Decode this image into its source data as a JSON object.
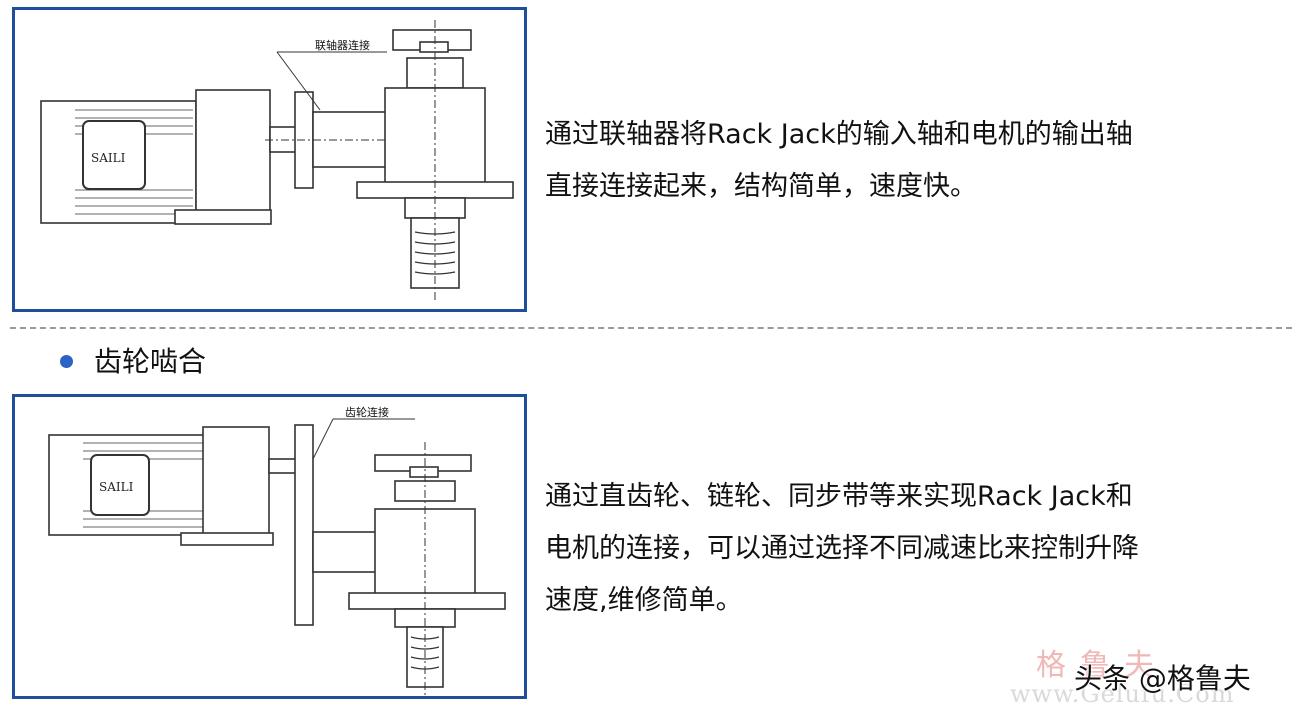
{
  "figures": [
    {
      "callout_label": "联轴器连接",
      "motor_brand": "SAILI"
    },
    {
      "callout_label": "齿轮连接",
      "motor_brand": "SAILI"
    }
  ],
  "descriptions": [
    {
      "lines": [
        "通过联轴器将Rack  Jack的输入轴和电机的输出轴",
        "直接连接起来，结构简单，速度快。"
      ]
    },
    {
      "lines": [
        "通过直齿轮、链轮、同步带等来实现Rack  Jack和",
        "电机的连接，可以通过选择不同减速比来控制升降",
        "速度,维修简单。"
      ]
    }
  ],
  "section": {
    "heading": "齿轮啮合"
  },
  "watermark": {
    "brand": "格鲁夫",
    "site": "www.Gelufu.Com",
    "attribution": "头条 @格鲁夫"
  },
  "colors": {
    "frame": "#1f4e9c",
    "bullet": "#2a63c4",
    "divider": "#9a9a9a"
  }
}
